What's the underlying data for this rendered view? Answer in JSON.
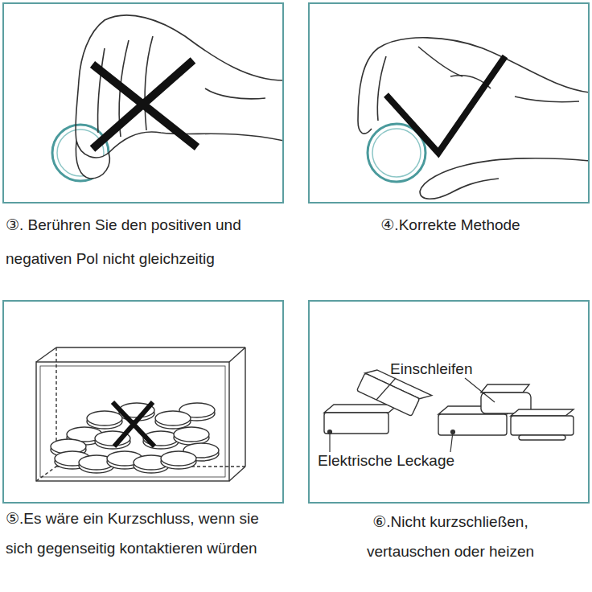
{
  "diagram": {
    "nodes": [
      {
        "text": [
          "③. Berühren Sie den positiven und negativen Pol nicht gleichzeitig"
        ]
      },
      {
        "text": [
          "④.Korrekte Methode"
        ]
      },
      {
        "text": [
          "⑤.Es wäre ein Kurzschluss, wenn sie sich gegenseitig kontaktieren würden"
        ]
      },
      {
        "text": [
          "Einschleifen",
          "Elektrische Leckage",
          "⑥.Nicht kurzschließen, vertauschen oder heizen"
        ]
      }
    ]
  }
}
